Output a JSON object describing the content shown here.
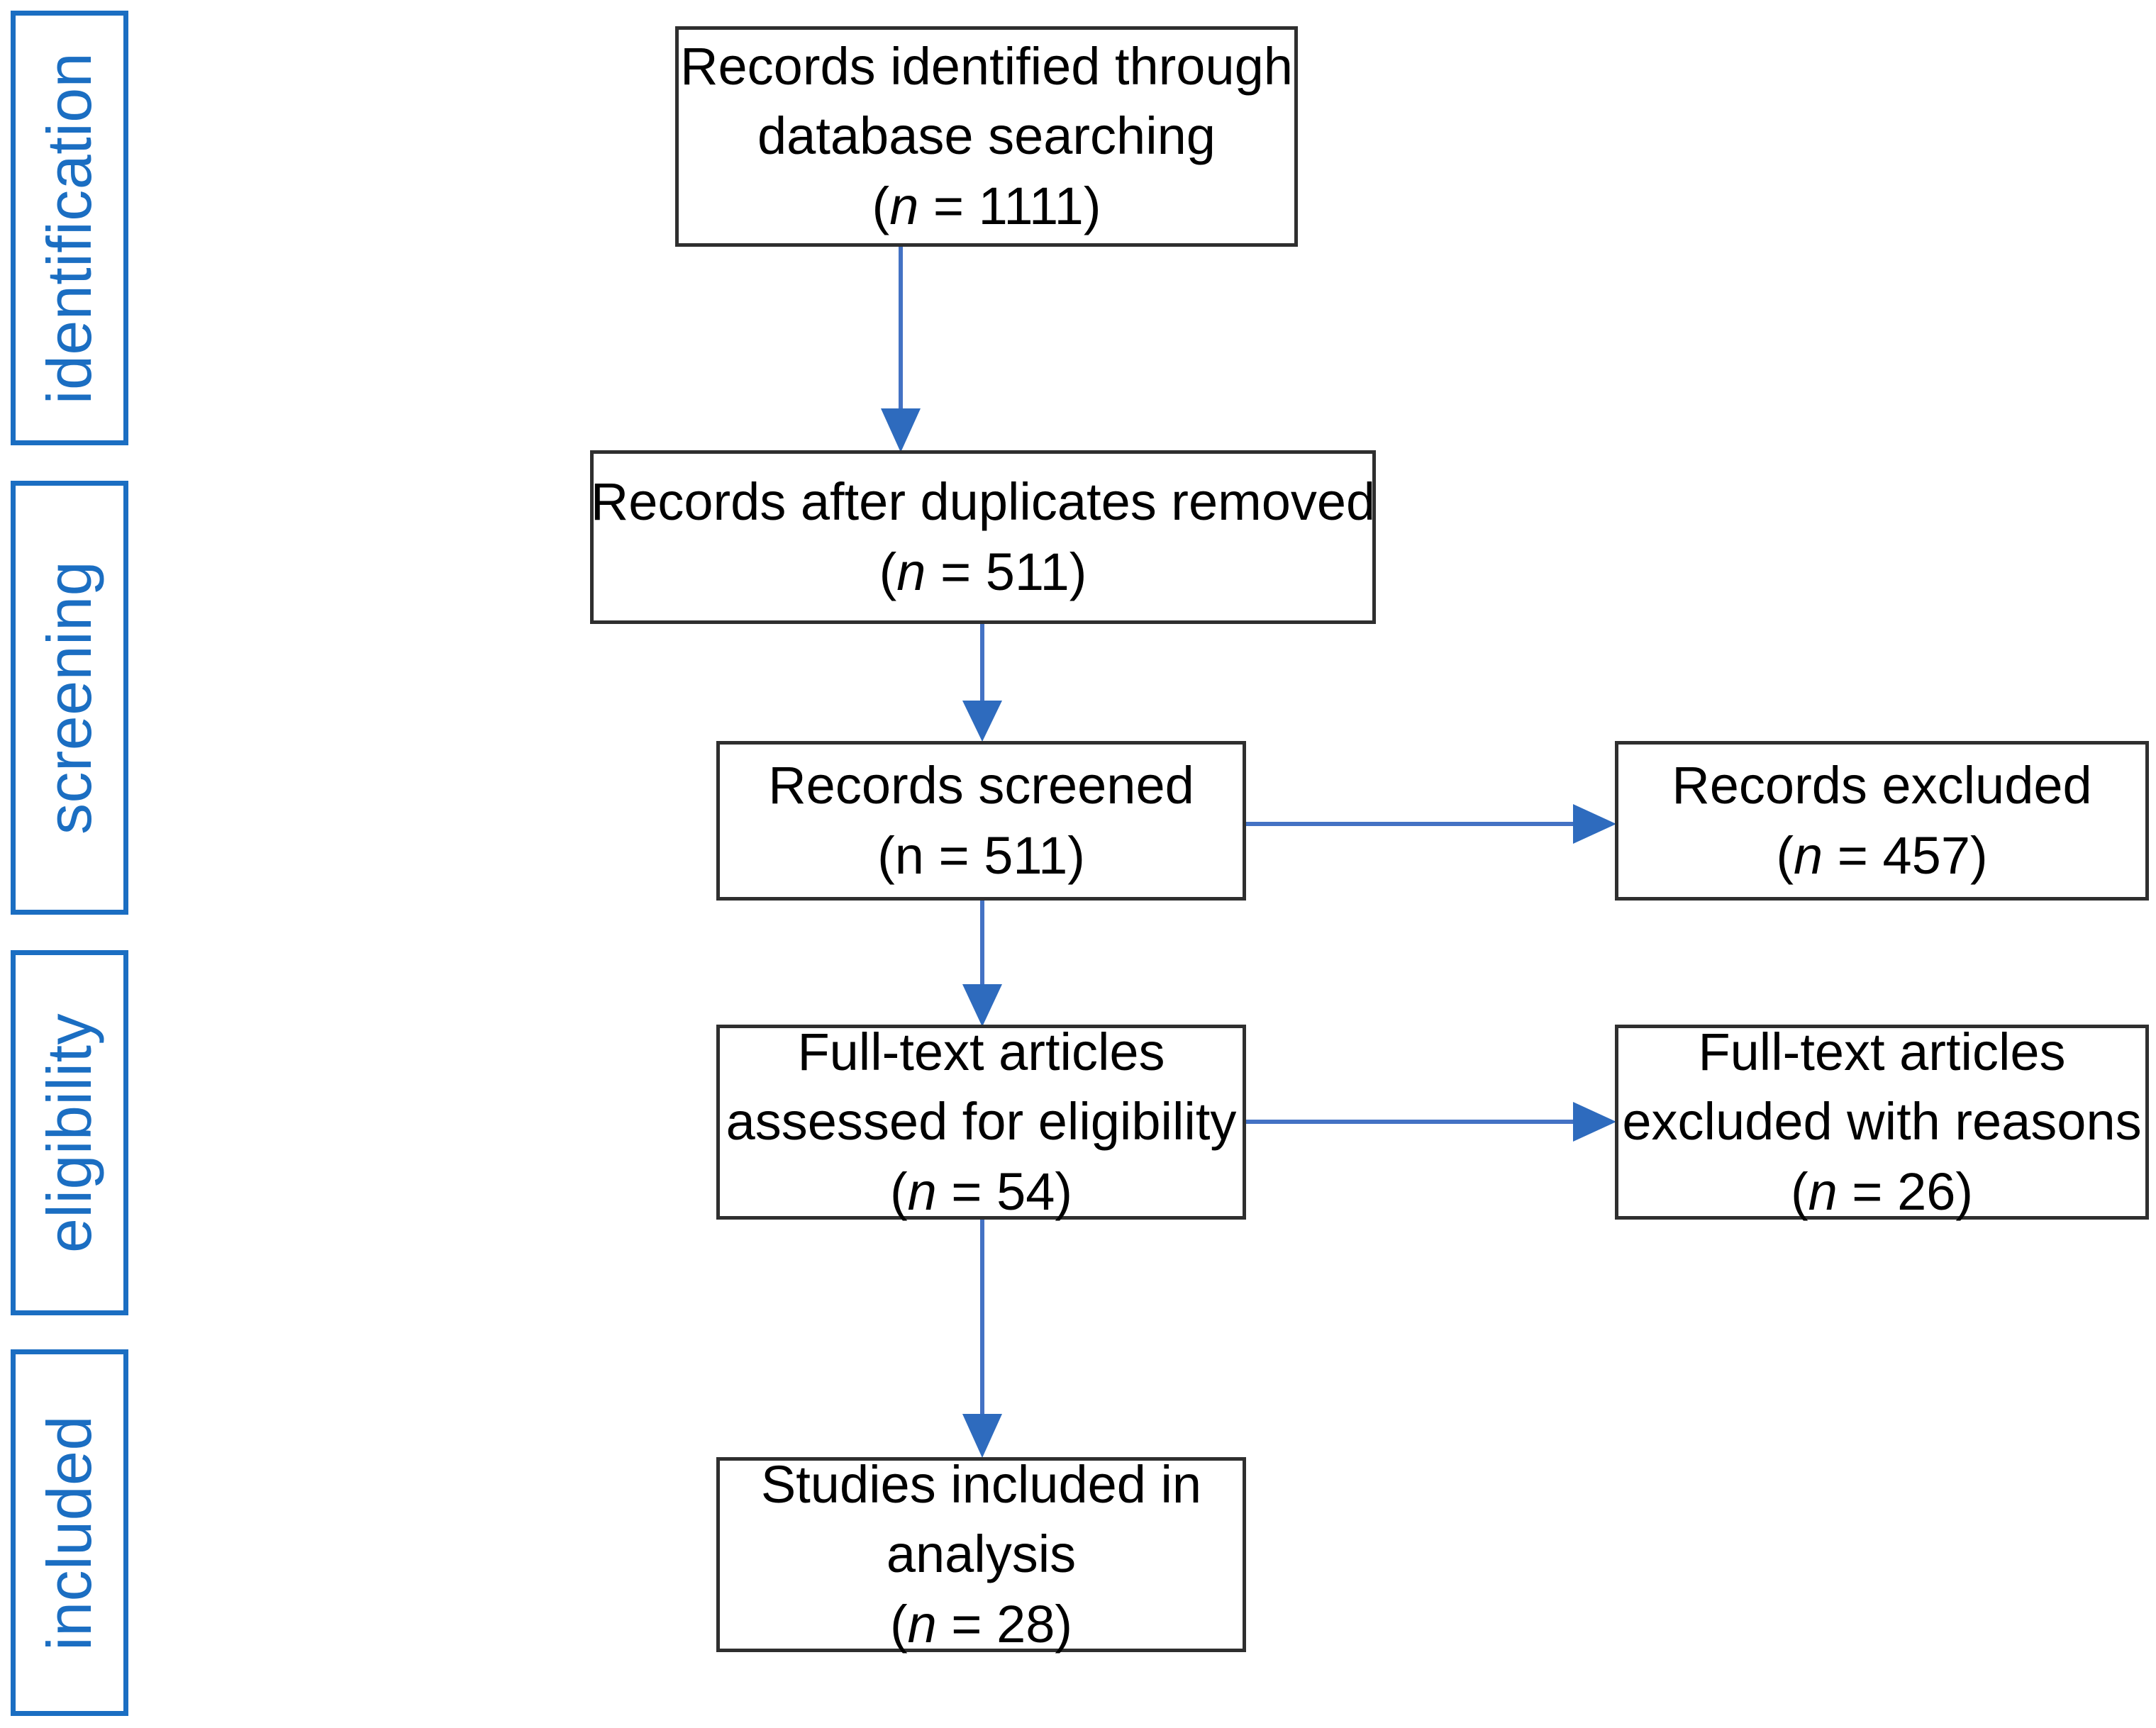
{
  "diagram": {
    "title": "PRISMA flow diagram",
    "accent_blue": "#1B6EC2",
    "arrow_blue": "#4472C4",
    "box_border": "#2f2f2f",
    "background": "#ffffff"
  },
  "stages": [
    {
      "id": "identification",
      "label": "identification"
    },
    {
      "id": "screening",
      "label": "screening"
    },
    {
      "id": "eligibility",
      "label": "eligibility"
    },
    {
      "id": "included",
      "label": "included"
    }
  ],
  "boxes": {
    "identified": {
      "line1": "Records identified through",
      "line2": "database searching",
      "count_open": "(",
      "count_n": "n",
      "count_eq": " = 1111)",
      "count_text": "(n = 1111)"
    },
    "after_duplicates": {
      "line1": "Records after duplicates removed",
      "count_open": "(",
      "count_n": "n",
      "count_eq": " = 511)",
      "count_text": "(n = 511)"
    },
    "screened": {
      "line1": "Records screened",
      "count_open": "(",
      "count_n": "n",
      "count_eq": " = 511)",
      "count_text": "(n = 511)"
    },
    "records_excluded": {
      "line1": "Records excluded",
      "count_open": "(",
      "count_n": "n",
      "count_eq": " = 457)",
      "count_text": "(n = 457)"
    },
    "fulltext_assessed": {
      "line1": "Full-text articles",
      "line2": "assessed for eligibility",
      "count_open": "(",
      "count_n": "n",
      "count_eq": " = 54)",
      "count_text": "(n = 54)"
    },
    "fulltext_excluded": {
      "line1": "Full-text articles",
      "line2": "excluded with reasons",
      "count_open": "(",
      "count_n": "n",
      "count_eq": " = 26)",
      "count_text": "(n = 26)"
    },
    "included_studies": {
      "line1": "Studies included in",
      "line2": "analysis",
      "count_open": "(",
      "count_n": "n",
      "count_eq": " = 28)",
      "count_text": "(n = 28)"
    }
  },
  "chart_data": {
    "type": "diagram",
    "title": "PRISMA flow diagram",
    "nodes": [
      {
        "id": "identified",
        "stage": "identification",
        "label": "Records identified through database searching",
        "n": 1111
      },
      {
        "id": "after_duplicates",
        "stage": "identification",
        "label": "Records after duplicates removed",
        "n": 511
      },
      {
        "id": "screened",
        "stage": "screening",
        "label": "Records screened",
        "n": 511
      },
      {
        "id": "records_excluded",
        "stage": "screening",
        "label": "Records excluded",
        "n": 457
      },
      {
        "id": "fulltext_assessed",
        "stage": "eligibility",
        "label": "Full-text articles assessed for eligibility",
        "n": 54
      },
      {
        "id": "fulltext_excluded",
        "stage": "eligibility",
        "label": "Full-text articles excluded with reasons",
        "n": 26
      },
      {
        "id": "included_studies",
        "stage": "included",
        "label": "Studies included in analysis",
        "n": 28
      }
    ],
    "edges": [
      {
        "from": "identified",
        "to": "after_duplicates",
        "direction": "down"
      },
      {
        "from": "after_duplicates",
        "to": "screened",
        "direction": "down"
      },
      {
        "from": "screened",
        "to": "records_excluded",
        "direction": "right"
      },
      {
        "from": "screened",
        "to": "fulltext_assessed",
        "direction": "down"
      },
      {
        "from": "fulltext_assessed",
        "to": "fulltext_excluded",
        "direction": "right"
      },
      {
        "from": "fulltext_assessed",
        "to": "included_studies",
        "direction": "down"
      }
    ]
  }
}
